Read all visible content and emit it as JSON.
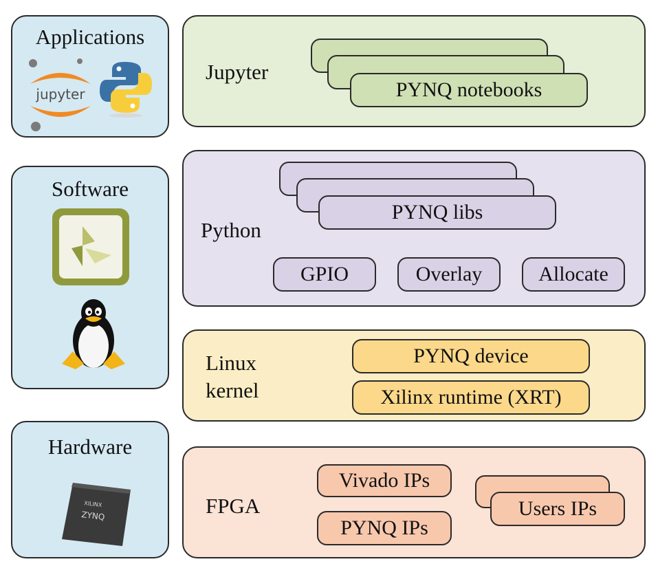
{
  "side_panels": {
    "applications": {
      "title": "Applications",
      "jupyter_logo_text": "jupyter"
    },
    "software": {
      "title": "Software"
    },
    "hardware": {
      "title": "Hardware",
      "chip_brand": "XILINX",
      "chip_model": "ZYNQ"
    }
  },
  "layers": {
    "jupyter": {
      "label": "Jupyter",
      "notebooks": "PYNQ notebooks"
    },
    "python": {
      "label": "Python",
      "libs": "PYNQ libs",
      "modules": [
        "GPIO",
        "Overlay",
        "Allocate"
      ]
    },
    "linux": {
      "label_line1": "Linux",
      "label_line2": "kernel",
      "device": "PYNQ device",
      "runtime": "Xilinx runtime (XRT)"
    },
    "fpga": {
      "label": "FPGA",
      "vivado_ips": "Vivado IPs",
      "pynq_ips": "PYNQ IPs",
      "user_ips": "Users IPs"
    }
  },
  "colors": {
    "side_bg": "#d5e9f2",
    "app_bg": "#e5eed6",
    "python_bg": "#e6e1ef",
    "linux_bg": "#fbeec6",
    "fpga_bg": "#fbe3d6"
  }
}
